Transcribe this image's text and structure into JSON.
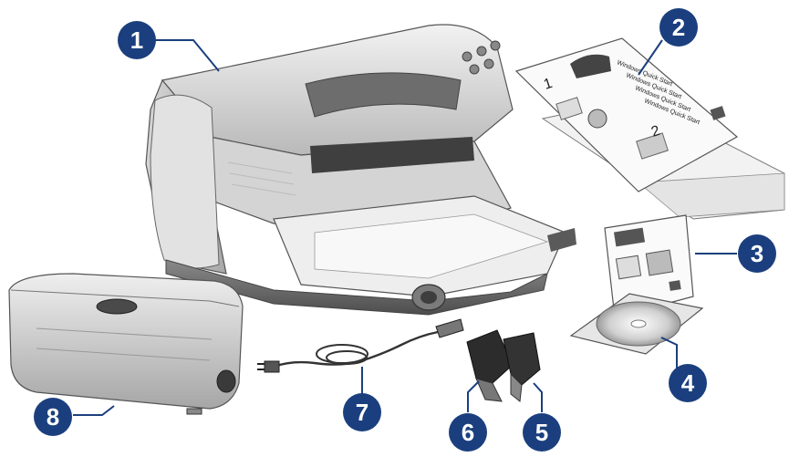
{
  "guide_text": {
    "line1": "Windows Quick Start",
    "line2": "Windows Quick Start",
    "line3": "Windows Quick Start",
    "line4": "Windows Quick Start",
    "step1": "1",
    "step2": "2"
  },
  "callouts": {
    "c1": "1",
    "c2": "2",
    "c3": "3",
    "c4": "4",
    "c5": "5",
    "c6": "6",
    "c7": "7",
    "c8": "8"
  },
  "colors": {
    "callout_fill": "#1b3f7e",
    "callout_text": "#ffffff",
    "printer_light": "#e8e8e8",
    "printer_mid": "#bdbdbd",
    "printer_dark": "#5a5a5a"
  }
}
